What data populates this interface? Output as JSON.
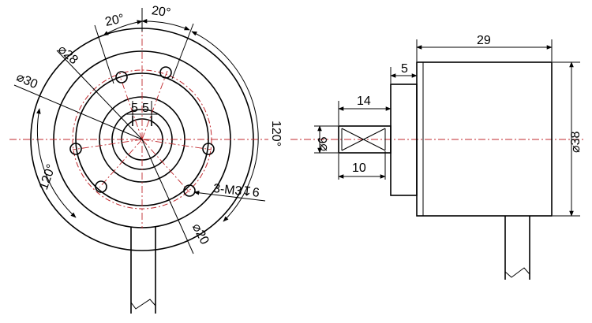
{
  "front_view": {
    "labels": {
      "angle_top_left": "20°",
      "angle_top_right": "20°",
      "dia_28": "⌀28",
      "dia_30": "⌀30",
      "slot_5_left": "5",
      "slot_5_right": "5",
      "angle_right": "120°",
      "angle_left": "120°",
      "thread": "3-M3↧6",
      "dia_20": "⌀20"
    }
  },
  "side_view": {
    "labels": {
      "length_29": "29",
      "length_5": "5",
      "length_14": "14",
      "length_10": "10",
      "shaft_dia_6": "⌀6",
      "body_dia_38": "⌀38"
    }
  },
  "colors": {
    "outline": "#000000",
    "centerline": "#c0282d"
  }
}
